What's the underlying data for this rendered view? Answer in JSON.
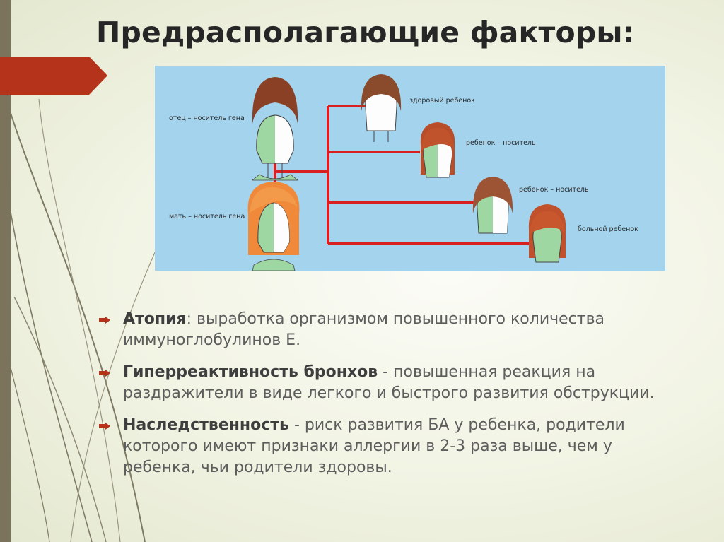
{
  "slide": {
    "title": "Предрасполагающие факторы:"
  },
  "diagram": {
    "labels": {
      "father": "отец – носитель гена",
      "mother": "мать – носитель гена",
      "child1": "здоровый ребенок",
      "child2": "ребенок – носитель",
      "child3": "ребенок – носитель",
      "child4": "больной ребенок"
    }
  },
  "bullets": [
    {
      "term": "Атопия",
      "sep": ": ",
      "text": "выработка организмом повышенного количества иммуноглобулинов Е."
    },
    {
      "term": "Гиперреактивность бронхов",
      "sep": " - ",
      "text": "повышенная реакция на раздражители в виде легкого и быстрого развития обструкции."
    },
    {
      "term": "Наследственность",
      "sep": " - ",
      "text": "риск развития БА у ребенка, родители которого имеют признаки аллергии в 2-3 раза выше, чем у ребенка, чьи родители здоровы."
    }
  ],
  "colors": {
    "accent_red": "#b5321b",
    "sidebar": "#7b735c",
    "line_red": "#d92020",
    "diagram_bg": "#a4d3ee",
    "face_green": "#9fd7a3"
  }
}
